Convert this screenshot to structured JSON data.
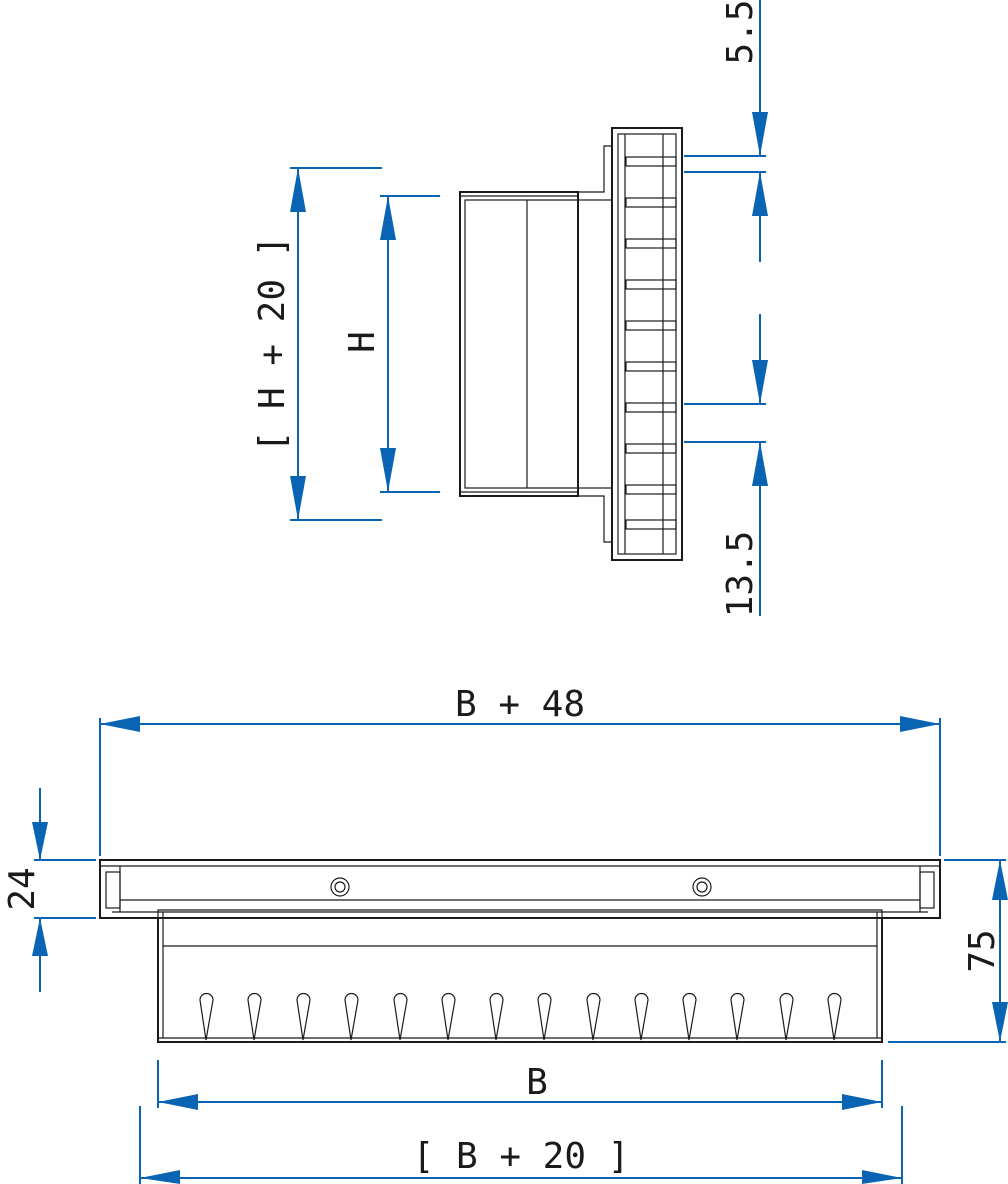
{
  "colors": {
    "dimension": "#0a64b4",
    "outline": "#1a1a1a"
  },
  "side_view": {
    "dim_top_gap": "5.5",
    "dim_bottom_gap": "13.5",
    "dim_height": "H",
    "dim_height_total": "[ H + 20 ]",
    "blade_count": 10
  },
  "front_view": {
    "dim_width_total": "B + 48",
    "dim_frame": "24",
    "dim_depth": "75",
    "dim_width": "B",
    "dim_width_opening": "[ B + 20 ]",
    "spring_clip_count": 14,
    "screw_hole_count": 2
  }
}
